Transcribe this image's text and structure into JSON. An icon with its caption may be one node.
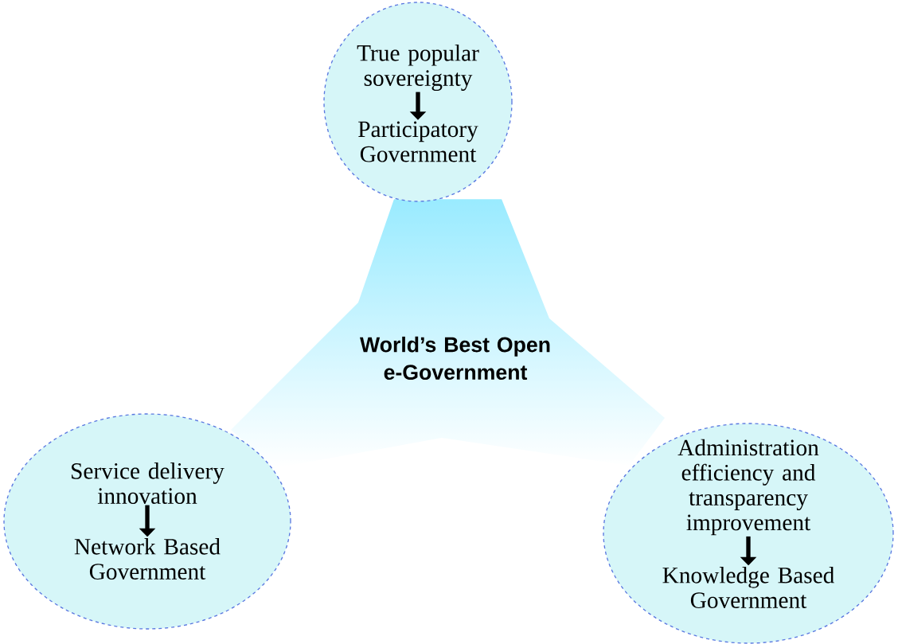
{
  "diagram": {
    "nodes": [
      {
        "text": [],
        "shape": "ellipse"
      },
      {
        "text": [
          "True popular sovereignty"
        ],
        "in": 0
      },
      {
        "text": [
          "Participatory Government"
        ],
        "in": 0
      },
      {
        "text": [
          "World’s Best Open e-Government"
        ]
      },
      {
        "text": [],
        "shape": "ellipse"
      },
      {
        "text": [
          "Service delivery innovation"
        ],
        "in": 4
      },
      {
        "text": [
          "Network Based Government"
        ],
        "in": 4
      },
      {
        "text": [],
        "shape": "ellipse"
      },
      {
        "text": [
          "Administration efficiency and transparency improvement"
        ],
        "in": 7
      },
      {
        "text": [
          "Knowledge Based Government"
        ],
        "in": 7
      }
    ],
    "edges": [
      {
        "from": 1,
        "to": 2,
        "arrow": "to"
      },
      {
        "from": 5,
        "to": 6,
        "arrow": "to"
      },
      {
        "from": 8,
        "to": 9,
        "arrow": "to"
      }
    ]
  }
}
